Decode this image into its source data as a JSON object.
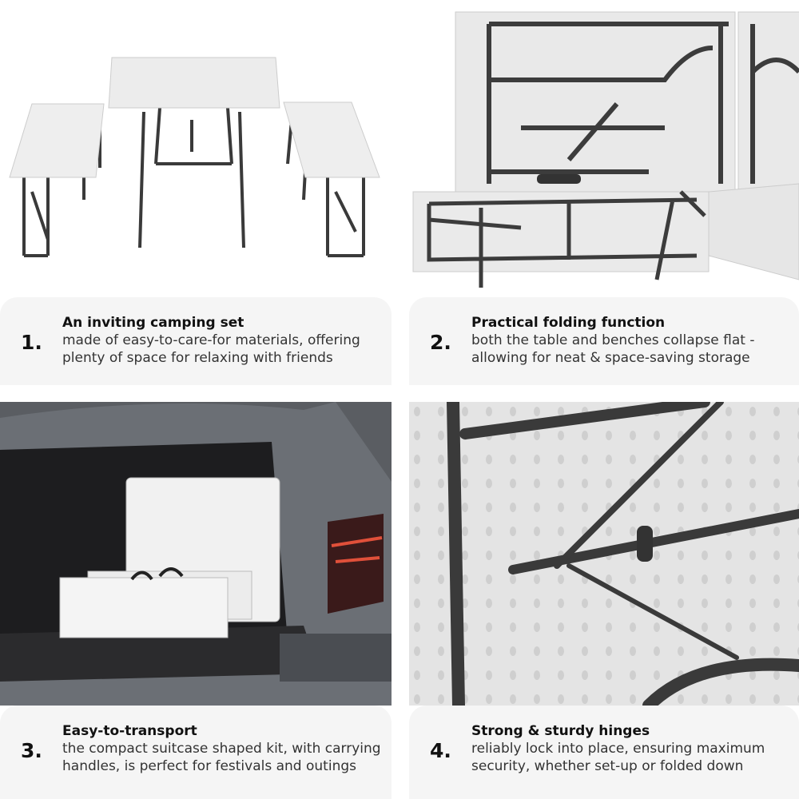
{
  "features": [
    {
      "number": "1.",
      "title": "An inviting camping set",
      "description": "made of easy-to-care-for materials, offering plenty of space for relaxing with friends"
    },
    {
      "number": "2.",
      "title": "Practical folding function",
      "description": "both the table and benches collapse flat - allowing for neat & space-saving storage"
    },
    {
      "number": "3.",
      "title": "Easy-to-transport",
      "description": "the compact suitcase shaped kit, with carrying handles, is perfect for festivals and outings"
    },
    {
      "number": "4.",
      "title": "Strong & sturdy hinges",
      "description": "reliably lock into place, ensuring maximum security, whether set-up or folded down"
    }
  ]
}
